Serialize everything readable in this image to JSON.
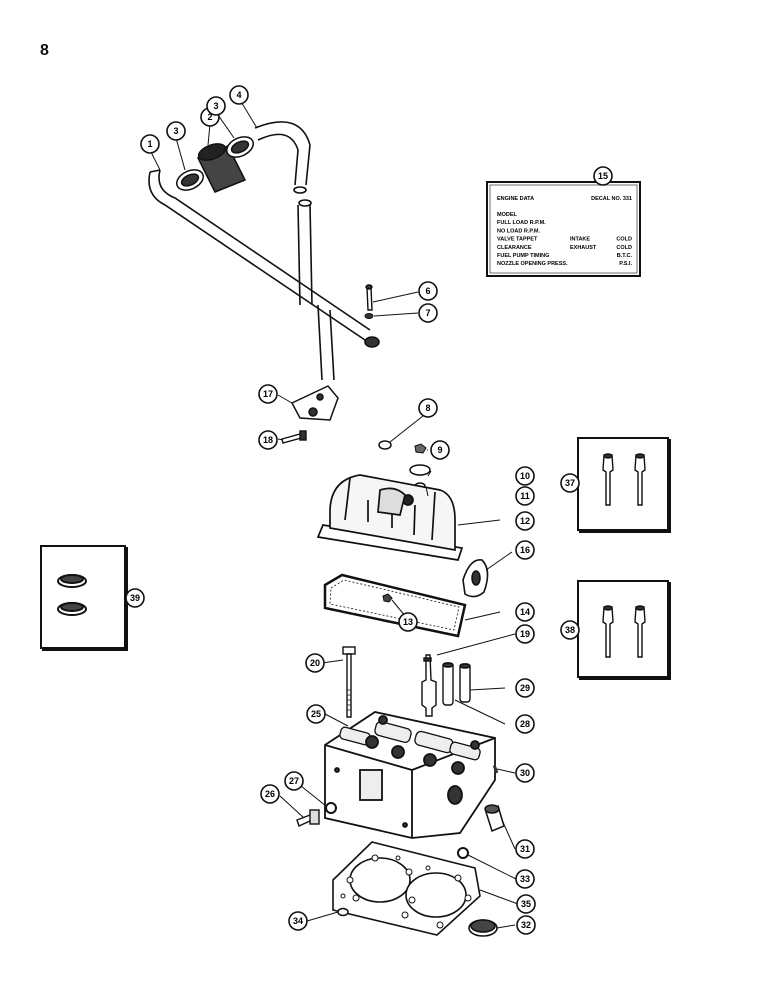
{
  "page": {
    "number": "8"
  },
  "engine_data_plate": {
    "title": "ENGINE DATA",
    "ref": "DECAL NO. 331",
    "rows": [
      {
        "left": "MODEL",
        "mid": "",
        "right": ""
      },
      {
        "left": "FULL LOAD R.P.M.",
        "mid": "",
        "right": ""
      },
      {
        "left": "NO LOAD R.P.M.",
        "mid": "",
        "right": ""
      },
      {
        "left": "VALVE TAPPET",
        "mid": "INTAKE",
        "right": "COLD"
      },
      {
        "left": "   CLEARANCE",
        "mid": "EXHAUST",
        "right": "COLD"
      },
      {
        "left": "FUEL PUMP TIMING",
        "mid": "",
        "right": "B.T.C."
      },
      {
        "left": "NOZZLE OPENING PRESS.",
        "mid": "",
        "right": "P.S.I."
      }
    ]
  },
  "callouts": [
    "1",
    "2",
    "3",
    "3",
    "4",
    "6",
    "7",
    "8",
    "9",
    "10",
    "11",
    "12",
    "13",
    "14",
    "15",
    "16",
    "17",
    "18",
    "19",
    "20",
    "25",
    "26",
    "27",
    "28",
    "29",
    "30",
    "31",
    "32",
    "33",
    "34",
    "35",
    "37",
    "38",
    "39"
  ],
  "colors": {
    "ink": "#111111",
    "paper": "#ffffff"
  }
}
